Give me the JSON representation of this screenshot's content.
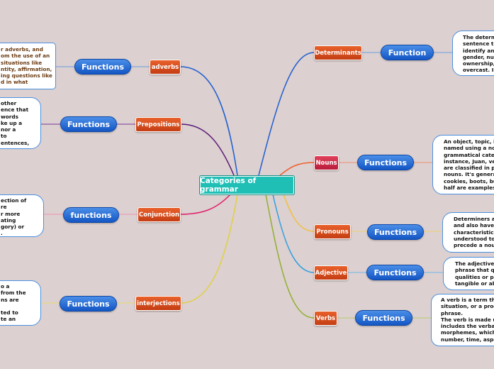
{
  "center": {
    "label": "Categories of grammar"
  },
  "left": [
    {
      "category": "adverbs",
      "function": "Functions",
      "text": [
        "r adverbs, and",
        "om the use of an",
        "situations like",
        "ntity, affirmation,",
        "ing questions like",
        "d in what"
      ]
    },
    {
      "category": "Prepositions",
      "function": "Functions",
      "text": [
        "other",
        "ence that",
        "words",
        "ke up a",
        " nor a",
        "to",
        "entences,"
      ]
    },
    {
      "category": "Conjunction",
      "function": "functions",
      "text": [
        "ection of",
        "re",
        "r more",
        "ating",
        "gory) or",
        "."
      ]
    },
    {
      "category": "interjections",
      "function": "Functions",
      "text": [
        "o a",
        "from the",
        "ns are",
        "",
        "ted to",
        "te an"
      ]
    }
  ],
  "right": [
    {
      "category": "Determinants",
      "function": "Function",
      "text": [
        "The determ",
        "sentence th",
        "identify and",
        "gender, nur",
        "ownership,",
        "overcast. In"
      ]
    },
    {
      "category": "Nouns",
      "function": "Functions",
      "text": [
        "An object, topic, id",
        "named using a nou",
        "grammatical categ",
        "instance, Juan, ve",
        "are classified in pr",
        "nouns.  It's genera",
        "cookies, boots, bu",
        "half are examples"
      ]
    },
    {
      "category": "Pronouns",
      "function": "Functions",
      "text": [
        "Determiners ar",
        "and also have",
        "characteristics",
        "understood to",
        "precede a noun"
      ]
    },
    {
      "category": "Adjective",
      "function": "Functions",
      "text": [
        "The adjective",
        "phrase that qu",
        "qualities or pr",
        "tangible or ab"
      ]
    },
    {
      "category": "Verbs",
      "function": "Functions",
      "text": [
        "A verb is a term tha",
        "situation, or a proc",
        "phrase.",
        "The verb is made u",
        "includes the verbal",
        "morphemes, which",
        "number, time, aspe"
      ]
    }
  ],
  "colors": {
    "adverbs": "#1f5fd0",
    "Prepositions": "#5a1a78",
    "Conjunction": "#e0206a",
    "interjections": "#e0d040",
    "Determinants": "#1f5fd0",
    "Nouns": "#f06030",
    "Pronouns": "#f0c040",
    "Adjective": "#30a0e0",
    "Verbs": "#90b030"
  }
}
